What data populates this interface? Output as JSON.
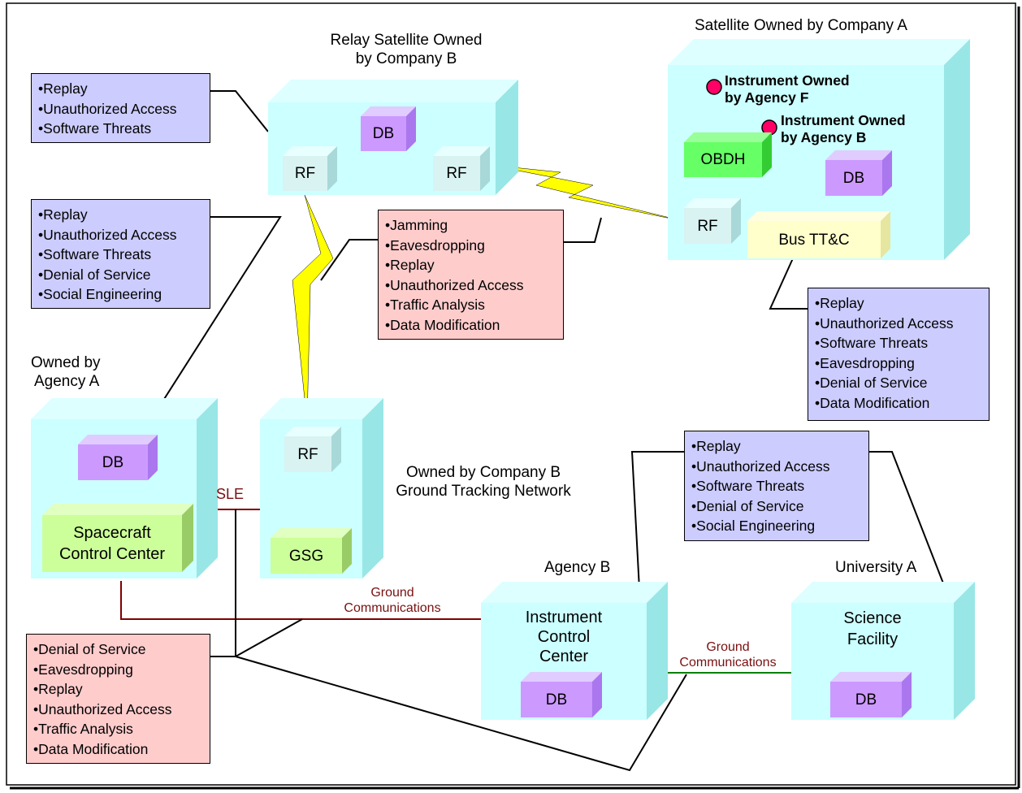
{
  "satellite_a": {
    "title": "Satellite Owned by Company A",
    "instrument_f": [
      "Instrument Owned",
      "by Agency F"
    ],
    "instrument_b": [
      "Instrument Owned",
      "by Agency B"
    ],
    "obdh": "OBDH",
    "db": "DB",
    "rf": "RF",
    "bus": "Bus TT&C"
  },
  "relay": {
    "title": [
      "Relay Satellite Owned",
      "by Company B"
    ],
    "db": "DB",
    "rf_left": "RF",
    "rf_right": "RF"
  },
  "agency_a": {
    "title": [
      "Owned by",
      "Agency A"
    ],
    "db": "DB",
    "scc": [
      "Spacecraft",
      "Control Center"
    ]
  },
  "ground_net": {
    "title": [
      "Owned by Company B",
      "Ground Tracking Network"
    ],
    "rf": "RF",
    "gsg": "GSG"
  },
  "sle": "SLE",
  "ground_comms_1": [
    "Ground",
    "Communications"
  ],
  "ground_comms_2": [
    "Ground",
    "Communications"
  ],
  "agency_b": {
    "title": "Agency B",
    "icc": [
      "Instrument",
      "Control",
      "Center"
    ],
    "db": "DB"
  },
  "university": {
    "title": "University A",
    "facility": [
      "Science",
      "Facility"
    ],
    "db": "DB"
  },
  "threat_boxes": {
    "relay_threats": [
      "Replay",
      "Unauthorized Access",
      "Software Threats"
    ],
    "agency_a_threats": [
      "Replay",
      "Unauthorized Access",
      "Software Threats",
      "Denial of Service",
      "Social Engineering"
    ],
    "link_threats": [
      "Jamming",
      "Eavesdropping",
      "Replay",
      "Unauthorized Access",
      "Traffic Analysis",
      "Data Modification"
    ],
    "satellite_threats": [
      "Replay",
      "Unauthorized Access",
      "Software Threats",
      "Eavesdropping",
      "Denial of Service",
      "Data Modification"
    ],
    "science_threats": [
      "Replay",
      "Unauthorized Access",
      "Software Threats",
      "Denial of Service",
      "Social Engineering"
    ],
    "ground_threats": [
      "Denial of Service",
      "Eavesdropping",
      "Replay",
      "Unauthorized Access",
      "Traffic Analysis",
      "Data Modification"
    ]
  },
  "colors": {
    "cube_front": "#ccffff",
    "cube_top": "#ddffff",
    "cube_side": "#99e6e6",
    "db": "#cc99ff",
    "obdh": "#66ff66",
    "scc": "#ccff99",
    "bus": "#ffffcc",
    "rf": "#d9f2f2",
    "threat_blue": "#ccccff",
    "threat_pink": "#ffcccc",
    "bolt": "#ffff00",
    "sle_line": "#800000",
    "univ_line": "#008000"
  }
}
